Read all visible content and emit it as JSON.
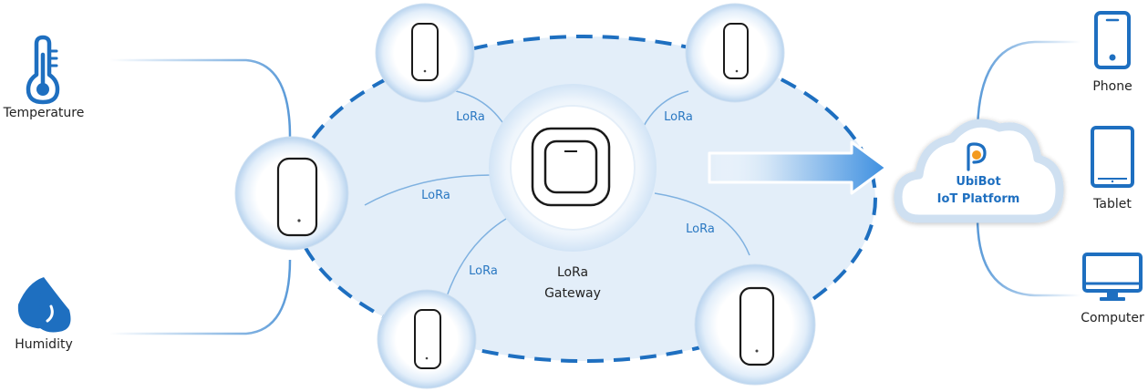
{
  "inputs": {
    "temperature": "Temperature",
    "humidity": "Humidity"
  },
  "links": {
    "lora_1": "LoRa",
    "lora_2": "LoRa",
    "lora_3": "LoRa",
    "lora_4": "LoRa",
    "lora_5": "LoRa"
  },
  "gateway": {
    "line1": "LoRa",
    "line2": "Gateway"
  },
  "platform": {
    "brand": "UbiBot",
    "name": "IoT Platform"
  },
  "devices": {
    "phone": "Phone",
    "tablet": "Tablet",
    "computer": "Computer"
  },
  "colors": {
    "accent": "#1e6fc0",
    "label_blue": "#2a78c2",
    "ellipse_fill": "#e3eef9",
    "orange": "#f39a1e"
  },
  "icons": [
    "thermometer-icon",
    "water-drop-icon",
    "phone-icon",
    "tablet-icon",
    "computer-icon",
    "cloud-icon"
  ]
}
